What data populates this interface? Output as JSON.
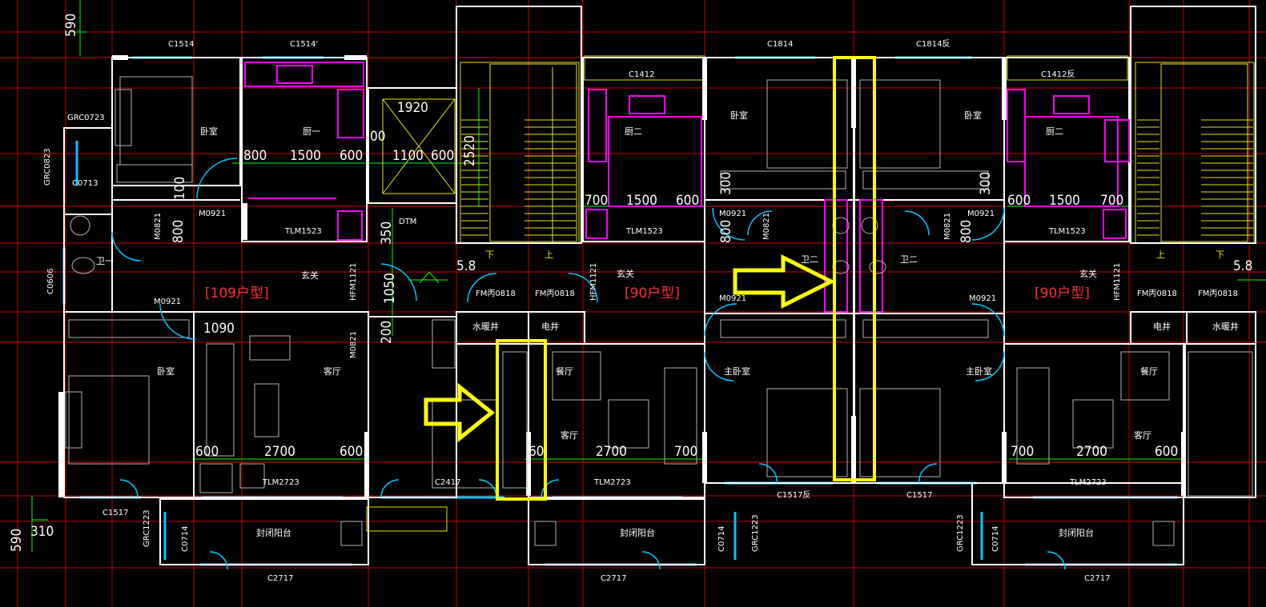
{
  "colors": {
    "background": "#000000",
    "axis_red": "#c80000",
    "wall_white": "#ffffff",
    "window_cyan": "#00c8ff",
    "furniture_grey": "#b4b4b4",
    "kitchen_magenta": "#ff00ff",
    "dim_green": "#00ff00",
    "stair_yellow": "#e6e600",
    "highlight_yellow": "#ffff00",
    "unit_label_red": "#ff3030"
  },
  "unit_types": {
    "left": "[109户型]",
    "center": "[90户型]",
    "right": "[90户型]"
  },
  "rooms": {
    "bedroom": "卧室",
    "kitchen_1": "厨一",
    "kitchen_2": "厨二",
    "bath_1": "卫一",
    "bath_2": "卫二",
    "entry": "玄关",
    "living": "客厅",
    "dining": "餐厅",
    "master_bedroom": "主卧室",
    "balcony": "封闭阳台",
    "water_shaft": "水暖井",
    "elec_shaft": "电井"
  },
  "windows": {
    "c1514": "C1514",
    "c1514b": "C1514'",
    "c1814": "C1814",
    "c1814r": "C1814反",
    "c1412": "C1412",
    "c1412r": "C1412反",
    "c1517": "C1517",
    "c1517r": "C1517反",
    "c2417": "C2417",
    "c2717": "C2717",
    "c0713": "C0713",
    "c0714": "C0714",
    "c0606": "C0606",
    "grc0723": "GRC0723",
    "grc0823": "GRC0823",
    "grc1223": "GRC1223"
  },
  "doors": {
    "m0921": "M0921",
    "m0821": "M0821",
    "fm0818": "FM丙0818",
    "hfm1121": "HFM1121",
    "tlm1523": "TLM1523",
    "tlm2723": "TLM2723",
    "dtm": "DTM"
  },
  "dims": {
    "d590": "590",
    "d310": "310",
    "d1920": "1920",
    "d1100": "1100",
    "d600": "600",
    "d800": "800",
    "d1500": "1500",
    "d2520": "2520",
    "d700": "700",
    "d300": "300",
    "d350": "350",
    "d1050": "1050",
    "d200": "200",
    "d1090": "1090",
    "d2700": "2700",
    "d100": "100",
    "d900": "00",
    "d60": "60",
    "level": "5.8"
  },
  "stair_marks": {
    "down": "下",
    "up": "上"
  }
}
